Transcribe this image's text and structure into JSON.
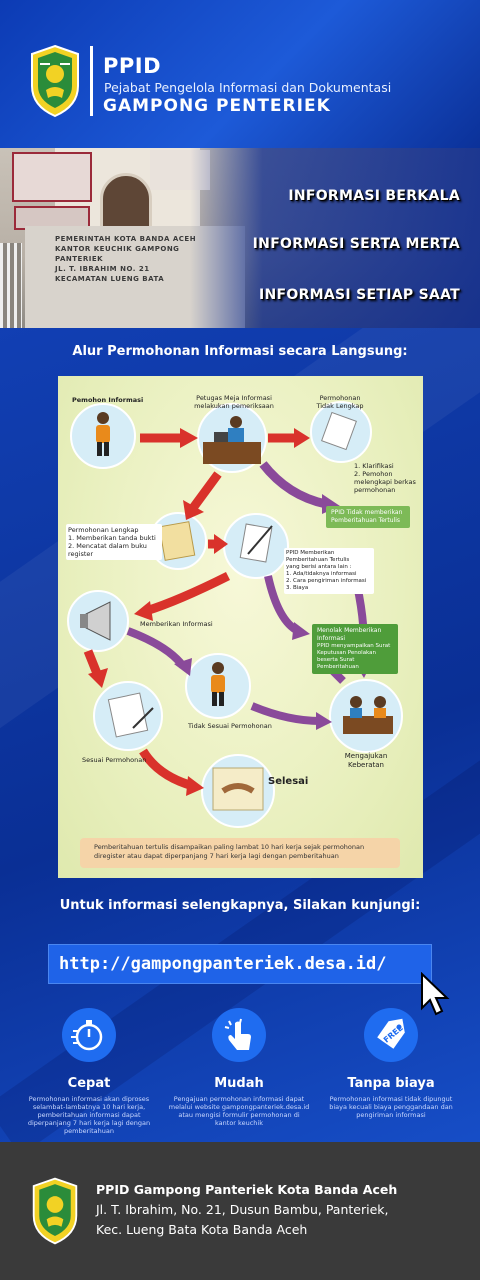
{
  "header": {
    "title": "PPID",
    "subtitle": "Pejabat Pengelola Informasi dan Dokumentasi",
    "name": "GAMPONG PENTERIEK",
    "emblem_icon": "aceh-shield-emblem"
  },
  "photo": {
    "sign_lines": [
      "PEMERINTAH KOTA BANDA ACEH",
      "KANTOR KEUCHIK GAMPONG PANTERIEK",
      "JL. T. IBRAHIM NO. 21",
      "KECAMATAN LUENG BATA"
    ]
  },
  "info_menu": {
    "items": [
      "INFORMASI BERKALA",
      "INFORMASI SERTA MERTA",
      "INFORMASI SETIAP SAAT"
    ]
  },
  "flow": {
    "heading": "Alur Permohonan Informasi secara Langsung:",
    "labels": {
      "pemohon": "Pemohon Informasi",
      "petugas": "Petugas Meja Informasi melakukan pemeriksaan",
      "tidak_lengkap": "Permohonan Tidak Lengkap",
      "klarifikasi": "1. Klarifikasi",
      "pemohon_lengkapi": "2. Pemohon melengkapi berkas permohonan",
      "lengkap": "Permohonan Lengkap",
      "tanda_bukti": "1. Memberikan tanda bukti",
      "mencatat": "2. Mencatat dalam buku register",
      "ppid_tidak": "PPID Tidak memberikan Pemberitahuan Tertulis",
      "ppid_memberikan": "PPID Memberikan Pemberitahuan Tertulis",
      "yang_berisi": "yang berisi antara lain :",
      "item1": "1. Ada/tidaknya informasi",
      "item2": "2. Cara pengiriman informasi",
      "item3": "3. Biaya",
      "memberikan": "Memberikan Informasi",
      "menolak": "Menolak Memberikan Informasi",
      "menolak_sub": "PPID menyampaikan Surat Keputusan Penolakan beserta Surat Pemberitahuan",
      "tidak_sesuai": "Tidak Sesuai Permohonan",
      "sesuai": "Sesuai Permohonan",
      "selesai": "Selesai",
      "mengajukan": "Mengajukan Keberatan",
      "note": "Pemberitahuan tertulis disampaikan paling lambat 10 hari kerja sejak permohonan diregister atau dapat diperpanjang 7 hari kerja lagi dengan pemberitahuan"
    }
  },
  "visit": {
    "text": "Untuk informasi selengkapnya, Silakan kunjungi:",
    "url": "http://gampongpanteriek.desa.id/"
  },
  "features": [
    {
      "icon": "stopwatch-icon",
      "title": "Cepat",
      "desc": "Permohonan informasi akan diproses selambat-lambatnya 10 hari kerja, pemberitahuan informasi dapat diperpanjang 7 hari kerja lagi dengan pemberitahuan"
    },
    {
      "icon": "hand-click-icon",
      "title": "Mudah",
      "desc": "Pengajuan permohonan informasi dapat melalui website gampongpanteriek.desa.id atau mengisi formulir permohonan di kantor keuchik"
    },
    {
      "icon": "free-tag-icon",
      "title": "Tanpa biaya",
      "desc": "Permohonan informasi tidak dipungut biaya kecuali biaya penggandaan dan pengiriman informasi"
    }
  ],
  "footer": {
    "title": "PPID Gampong Panteriek Kota Banda Aceh",
    "address1": "Jl. T. Ibrahim, No. 21, Dusun Bambu, Panteriek,",
    "address2": "Kec. Lueng Bata Kota Banda Aceh"
  },
  "colors": {
    "primary": "#0f3aa8",
    "accent": "#1f63e8",
    "footer": "#3a3a3a",
    "arrow_red": "#d9322b",
    "arrow_purple": "#8a4a9a"
  }
}
